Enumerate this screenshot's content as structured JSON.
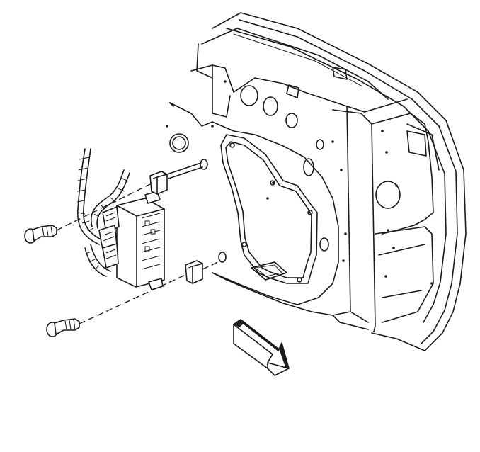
{
  "figure": {
    "type": "exploded-view line drawing",
    "parts": [
      "door-inner-panel",
      "control-module",
      "wire-harness",
      "mounting-bracket-upper",
      "mounting-bracket-lower",
      "screw-upper",
      "screw-lower",
      "direction-arrow"
    ]
  },
  "colors": {
    "line": "#1a1a1a",
    "background": "#ffffff"
  }
}
